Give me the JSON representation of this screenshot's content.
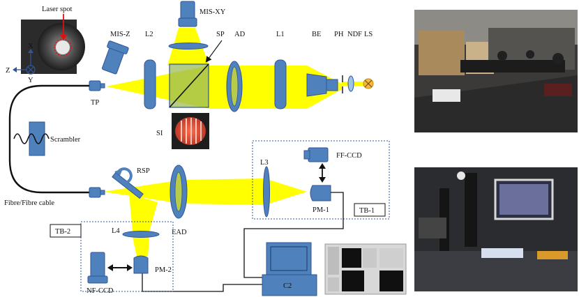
{
  "labels": {
    "laser_spot": "Laser spot",
    "mis_xy": "MIS-XY",
    "mis_z": "MIS-Z",
    "l2": "L2",
    "sp": "SP",
    "ad": "AD",
    "l1": "L1",
    "be": "BE",
    "ph": "PH",
    "ndf": "NDF",
    "ls": "LS",
    "axis_x": "X",
    "axis_y": "Y",
    "axis_z": "Z",
    "tp": "TP",
    "si": "SI",
    "scrambler": "Scrambler",
    "rsp": "RSP",
    "fibre_cable": "Fibre/Fibre cable",
    "l3": "L3",
    "ff_ccd": "FF-CCD",
    "pm1": "PM-1",
    "tb1": "TB-1",
    "tb2": "TB-2",
    "l4": "L4",
    "ead": "EAD",
    "nf_ccd": "NF-CCD",
    "pm2": "PM-2",
    "c2": "C2"
  },
  "colors": {
    "beam": "#ffff00",
    "component": "#4f81bd",
    "component_dark": "#2f5597",
    "splitter": "#9bbb59",
    "lamp": "#f4b942",
    "fibre": "#111111",
    "tb_border": "#2f5597"
  }
}
